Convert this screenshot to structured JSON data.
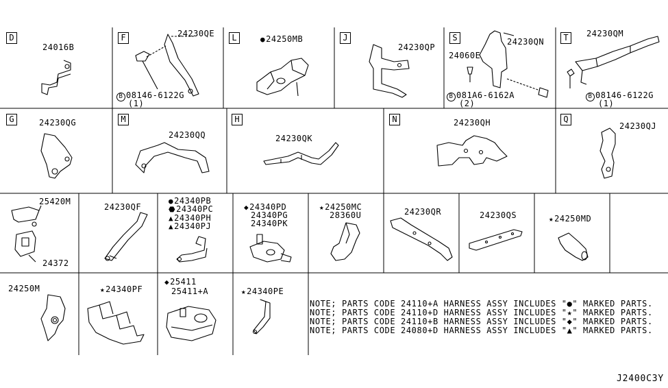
{
  "cells": {
    "D": {
      "letter": "D",
      "parts": [
        "24016B"
      ]
    },
    "F": {
      "letter": "F",
      "parts": [
        "24230QE"
      ],
      "bolt": "08146-6122G",
      "bolt_qty": "(1)"
    },
    "L": {
      "letter": "L",
      "parts": [
        "24250MB"
      ],
      "mark": "●"
    },
    "J": {
      "letter": "J",
      "parts": [
        "24230QP"
      ]
    },
    "S": {
      "letter": "S",
      "parts": [
        "24230QN",
        "24060E"
      ],
      "bolt": "081A6-6162A",
      "bolt_qty": "(2)"
    },
    "T": {
      "letter": "T",
      "parts": [
        "24230QM"
      ],
      "bolt": "08146-6122G",
      "bolt_qty": "(1)"
    },
    "G": {
      "letter": "G",
      "parts": [
        "24230QG"
      ]
    },
    "M": {
      "letter": "M",
      "parts": [
        "24230QQ"
      ]
    },
    "H": {
      "letter": "H",
      "parts": [
        "24230QK"
      ]
    },
    "N": {
      "letter": "N",
      "parts": [
        "24230QH"
      ]
    },
    "Q": {
      "letter": "Q",
      "parts": [
        "24230QJ"
      ]
    },
    "r3c1": {
      "parts": [
        "25420M",
        "24372"
      ]
    },
    "r3c2": {
      "parts": [
        "24230QF"
      ]
    },
    "r3c3": {
      "parts": [
        "24340PB",
        "24340PC",
        "24340PH",
        "24340PJ"
      ],
      "marks": [
        "●",
        "⬣",
        "▲",
        "▲"
      ]
    },
    "r3c4": {
      "parts": [
        "24340PD",
        "24340PG",
        "24340PK"
      ],
      "mark": "◆"
    },
    "r3c5": {
      "parts": [
        "24250MC",
        "28360U"
      ],
      "mark": "★"
    },
    "r3c6": {
      "parts": [
        "24230QR"
      ]
    },
    "r3c7": {
      "parts": [
        "24230QS"
      ]
    },
    "r3c8": {
      "parts": [
        "24250MD"
      ],
      "mark": "★"
    },
    "r4c1": {
      "parts": [
        "24250M"
      ]
    },
    "r4c2": {
      "parts": [
        "24340PF"
      ],
      "mark": "★"
    },
    "r4c3": {
      "parts": [
        "25411",
        "25411+A"
      ],
      "mark": "◆"
    },
    "r4c4": {
      "parts": [
        "24340PE"
      ],
      "mark": "★"
    }
  },
  "bolt_symbol": "B",
  "notes": [
    "NOTE; PARTS CODE 24110+A HARNESS ASSY INCLUDES \"●\" MARKED PARTS.",
    "NOTE; PARTS CODE 24110+D HARNESS ASSY INCLUDES \"★\" MARKED PARTS.",
    "NOTE; PARTS CODE 24110+B HARNESS ASSY INCLUDES \"◆\" MARKED PARTS.",
    "NOTE; PARTS CODE 24080+D HARNESS ASSY INCLUDES \"▲\" MARKED PARTS."
  ],
  "diagram_id": "J2400C3Y"
}
